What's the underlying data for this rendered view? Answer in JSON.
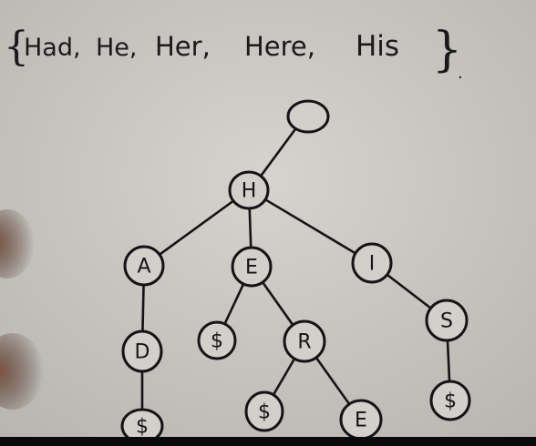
{
  "header": {
    "open_brace": "{",
    "words": [
      "Had,",
      "He,",
      "Her,",
      "Here,",
      "His"
    ],
    "close_brace": "}",
    "trailing": "."
  },
  "trie": {
    "nodes": [
      {
        "id": "root",
        "label": ""
      },
      {
        "id": "H",
        "label": "H"
      },
      {
        "id": "A",
        "label": "A"
      },
      {
        "id": "E1",
        "label": "E"
      },
      {
        "id": "I",
        "label": "I"
      },
      {
        "id": "D",
        "label": "D"
      },
      {
        "id": "end_He",
        "label": "$"
      },
      {
        "id": "R",
        "label": "R"
      },
      {
        "id": "S",
        "label": "S"
      },
      {
        "id": "end_Had",
        "label": "$"
      },
      {
        "id": "end_Her",
        "label": "$"
      },
      {
        "id": "E2",
        "label": "E"
      },
      {
        "id": "end_His",
        "label": "$"
      }
    ],
    "edges": [
      [
        "root",
        "H"
      ],
      [
        "H",
        "A"
      ],
      [
        "H",
        "E1"
      ],
      [
        "H",
        "I"
      ],
      [
        "A",
        "D"
      ],
      [
        "D",
        "end_Had"
      ],
      [
        "E1",
        "end_He"
      ],
      [
        "E1",
        "R"
      ],
      [
        "R",
        "end_Her"
      ],
      [
        "R",
        "E2"
      ],
      [
        "I",
        "S"
      ],
      [
        "S",
        "end_His"
      ]
    ]
  },
  "colors": {
    "board": "#c9c6c1",
    "ink": "#141416",
    "node_fill": "#d3d0cb",
    "hand_shadow": "#6b4a3a",
    "bottom_bar": "#0a0a0a"
  }
}
